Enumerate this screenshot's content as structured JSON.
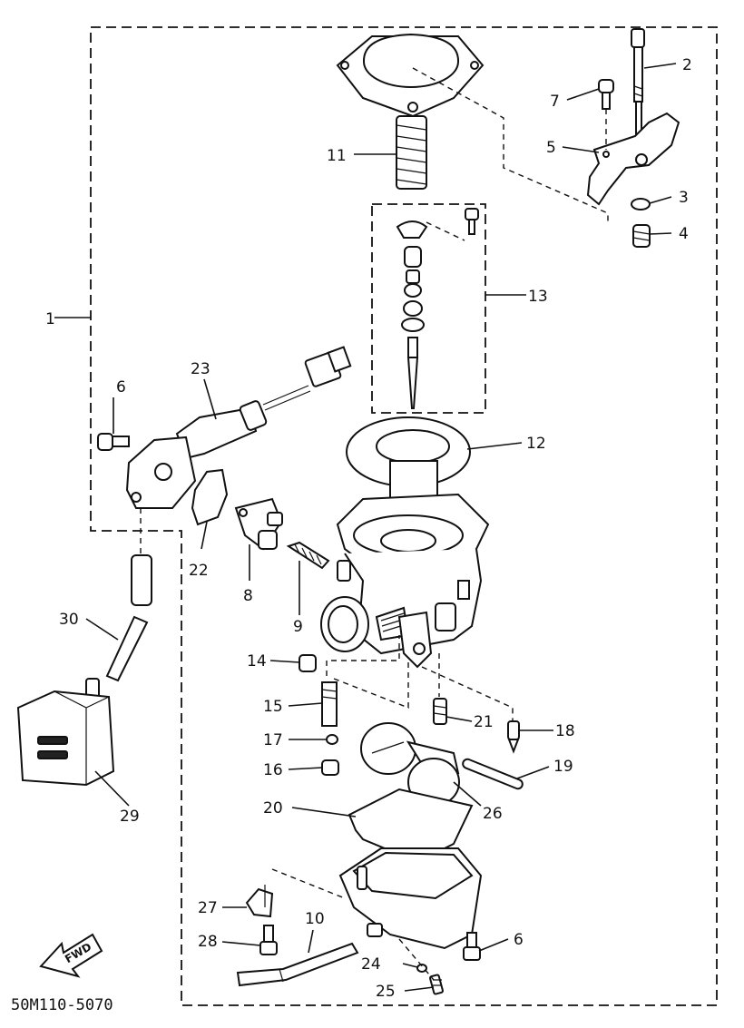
{
  "diagram": {
    "part_code": "50M110-5070",
    "fwd_label": "FWD",
    "callouts": {
      "c1": "1",
      "c2": "2",
      "c3": "3",
      "c4": "4",
      "c5": "5",
      "c6a": "6",
      "c6b": "6",
      "c7": "7",
      "c8": "8",
      "c9": "9",
      "c10": "10",
      "c11": "11",
      "c12": "12",
      "c13": "13",
      "c14": "14",
      "c15": "15",
      "c16": "16",
      "c17": "17",
      "c18": "18",
      "c19": "19",
      "c20": "20",
      "c21": "21",
      "c22": "22",
      "c23": "23",
      "c24": "24",
      "c25": "25",
      "c26": "26",
      "c27": "27",
      "c28": "28",
      "c29": "29",
      "c30": "30"
    }
  }
}
